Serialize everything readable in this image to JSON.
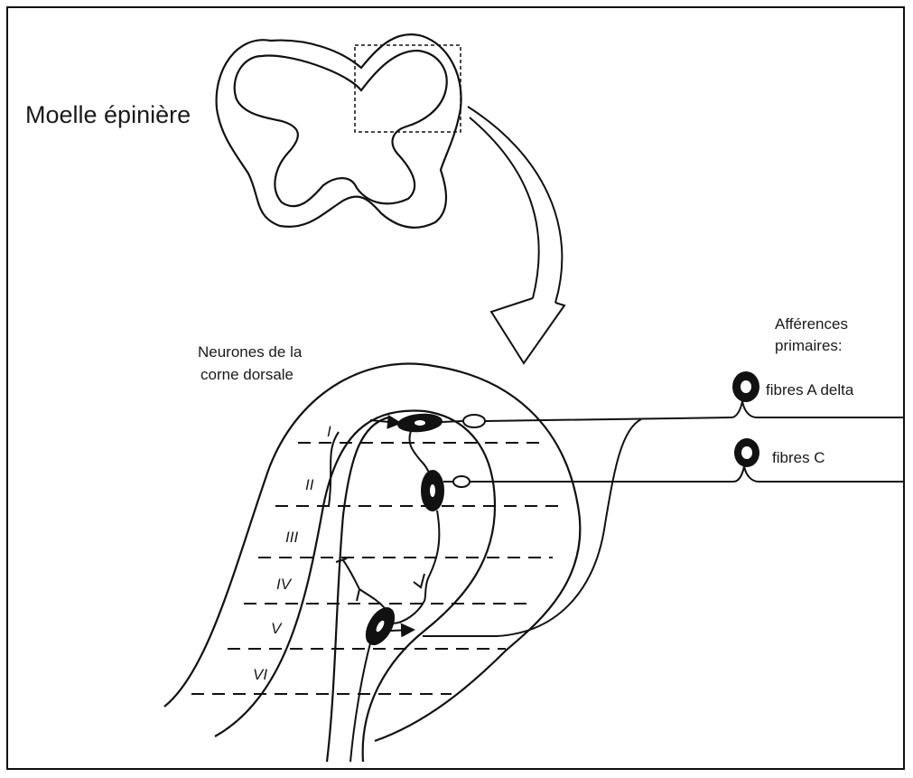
{
  "labels": {
    "spinal_cord": "Moelle épinière",
    "dorsal_horn_line1": "Neurones de la",
    "dorsal_horn_line2": "corne dorsale",
    "afferents_line1": "Afférences",
    "afferents_line2": "primaires:",
    "fiber_a_delta": "fibres A delta",
    "fiber_c": "fibres C"
  },
  "laminae": [
    "I",
    "II",
    "III",
    "IV",
    "V",
    "VI"
  ],
  "colors": {
    "ink": "#111111",
    "background": "#ffffff"
  }
}
